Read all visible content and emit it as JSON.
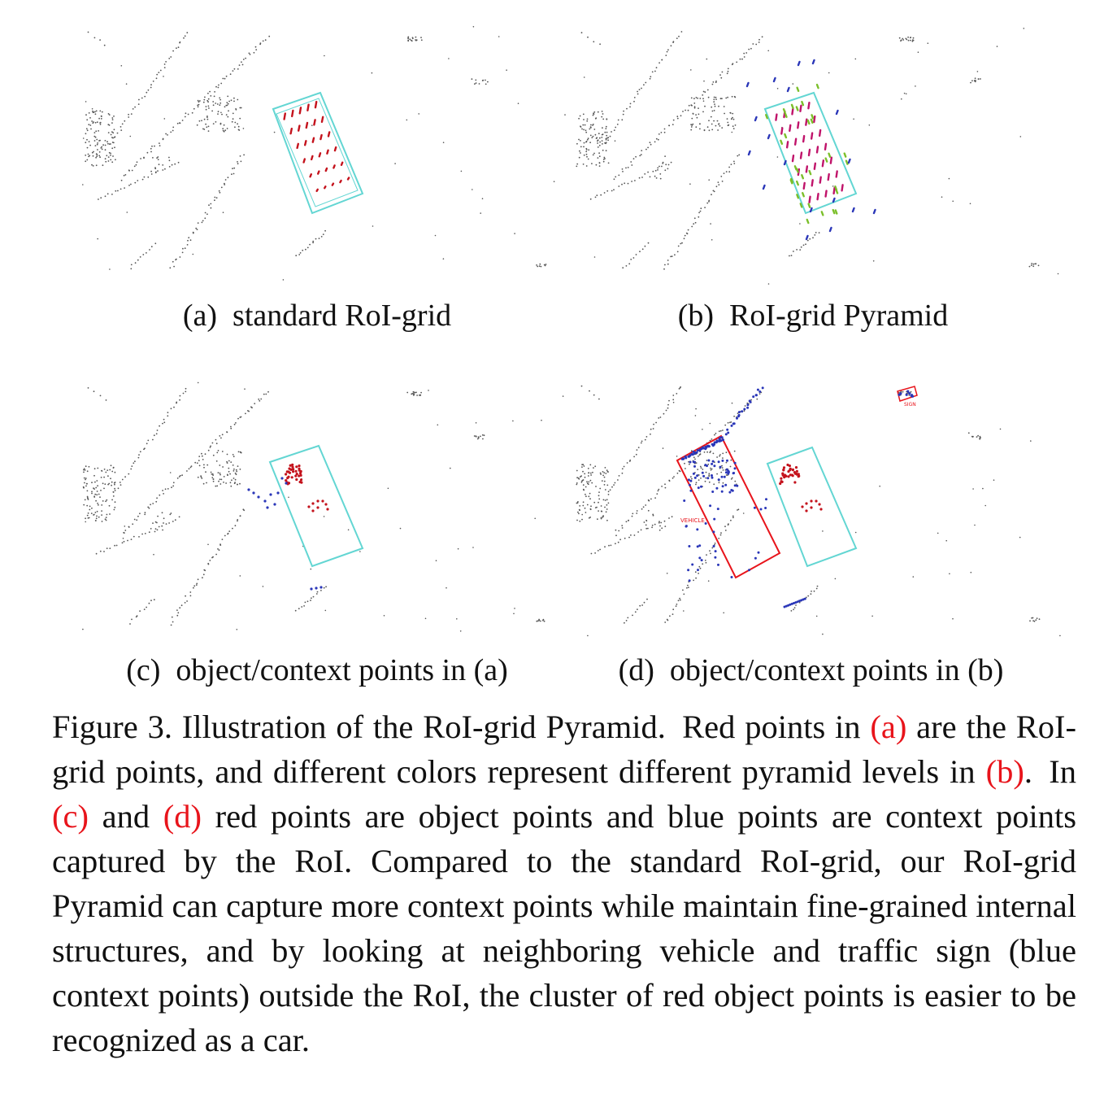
{
  "panels": [
    {
      "id": "a",
      "caption": "(a) standard RoI-grid"
    },
    {
      "id": "b",
      "caption": "(b) RoI-grid Pyramid"
    },
    {
      "id": "c",
      "caption": "(c) object/context points in (a)"
    },
    {
      "id": "d",
      "caption": "(d) object/context points in (b)"
    }
  ],
  "labels": {
    "vehicle": "VEHICLE",
    "sign": "SIGN"
  },
  "figure_caption": {
    "p1": "Figure 3. Illustration of the RoI-grid Pyramid. Red points in ",
    "ref_a": "(a)",
    "p2": " are the RoI-grid points, and different colors represent different pyramid levels in ",
    "ref_b": "(b)",
    "p3": ". In ",
    "ref_c": "(c)",
    "p4": " and ",
    "ref_d": "(d)",
    "p5": " red points are object points and blue points are context points captured by the RoI. Compared to the standard RoI-grid, our RoI-grid Pyramid can capture more context points while maintain fine-grained internal structures, and by looking at neighboring vehicle and traffic sign (blue context points) outside the RoI, the cluster of red object points is easier to be recognized as a car."
  },
  "colors": {
    "box": "#63d6d3",
    "object": "#c4121c",
    "context": "#2a36b8",
    "level2": "#7bbf2a",
    "vehicle_box": "#e8141b",
    "background": "#555555"
  }
}
